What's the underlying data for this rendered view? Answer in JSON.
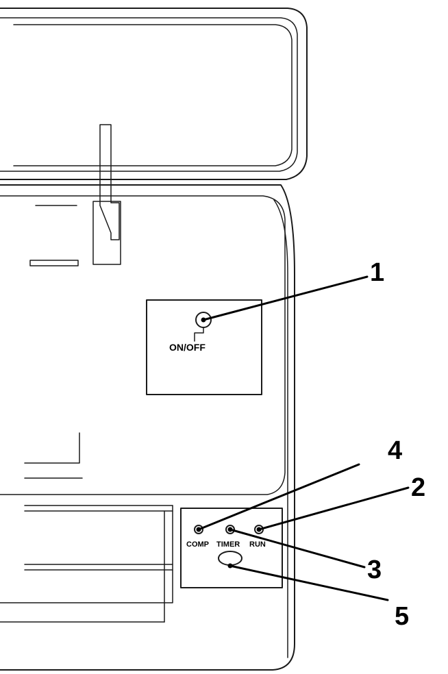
{
  "controls": {
    "power_switch_label": "ON/OFF",
    "comp_label": "COMP",
    "timer_label": "TIMER",
    "run_label": "RUN"
  },
  "callouts": {
    "power_switch": "1",
    "run_indicator": "2",
    "timer_indicator": "3",
    "comp_indicator": "4",
    "remote_receiver": "5"
  }
}
